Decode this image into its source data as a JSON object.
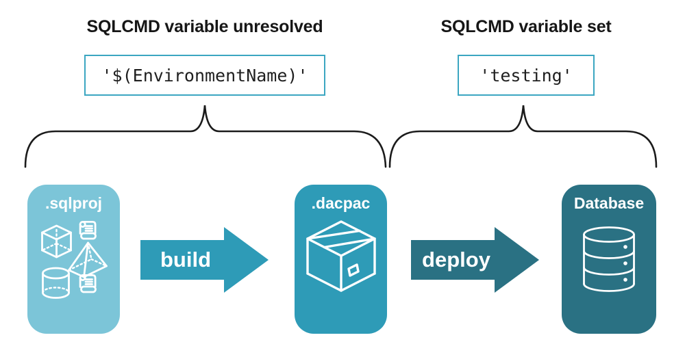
{
  "annotations": {
    "unresolved": {
      "heading": "SQLCMD variable unresolved",
      "code": "'$(EnvironmentName)'"
    },
    "set": {
      "heading": "SQLCMD variable set",
      "code": "'testing'"
    }
  },
  "stages": {
    "sqlproj": {
      "label": ".sqlproj",
      "icon": "3d-shapes-and-scripts-icon"
    },
    "dacpac": {
      "label": ".dacpac",
      "icon": "package-box-icon"
    },
    "database": {
      "label": "Database",
      "icon": "database-cylinder-icon"
    }
  },
  "actions": {
    "build": {
      "label": "build"
    },
    "deploy": {
      "label": "deploy"
    }
  },
  "icons": {
    "grouping": [
      "curly-brace-left",
      "curly-brace-right"
    ],
    "sqlproj_cluster": [
      "cube-icon",
      "scroll-icon",
      "pyramid-icon",
      "cylinder-icon",
      "scroll-icon"
    ]
  },
  "colors": {
    "background": "#ffffff",
    "sqlproj_bg": "#7CC5D8",
    "dacpac_bg": "#2E9BB7",
    "database_bg": "#2A7183",
    "build_arrow": "#2E9BB7",
    "deploy_arrow": "#2A7183",
    "code_border": "#3BA6C1",
    "code_text": "#1f1f1f",
    "heading_text": "#161616",
    "brace": "#1b1b1b",
    "icon_stroke": "#ffffff",
    "label_text": "#ffffff"
  }
}
